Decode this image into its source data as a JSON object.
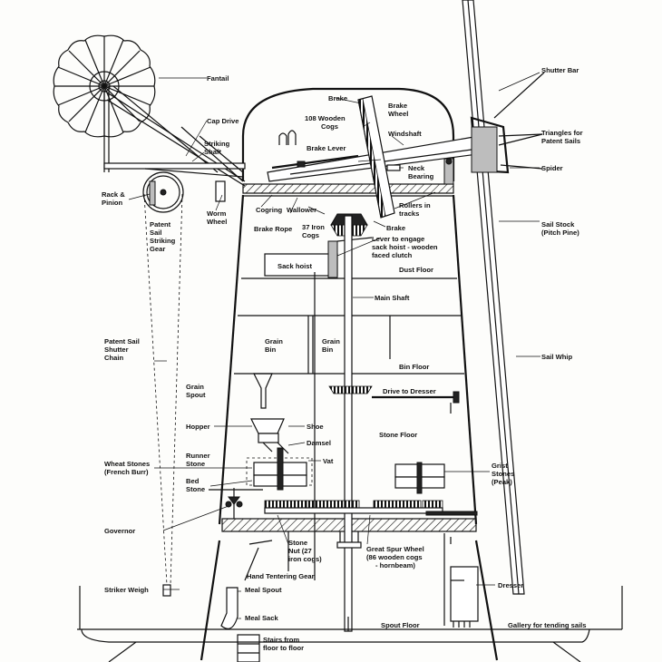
{
  "labels": {
    "fantail": "Fantail",
    "cap_drive": "Cap Drive",
    "striking_shaft": [
      "Striking",
      "Shaft"
    ],
    "rack_pinion": [
      "Rack &",
      "Pinion"
    ],
    "patent_sail_striking_gear": [
      "Patent",
      "Sail",
      "Striking",
      "Gear"
    ],
    "worm_wheel": [
      "Worm",
      "Wheel"
    ],
    "brake": "Brake",
    "wooden_cogs_108": [
      "108 Wooden",
      "Cogs"
    ],
    "brake_wheel": [
      "Brake",
      "Wheel"
    ],
    "windshaft": "Windshaft",
    "brake_lever": "Brake Lever",
    "neck_bearing": [
      "Neck",
      "Bearing"
    ],
    "shutter_bar": "Shutter Bar",
    "triangles_patent_sails": [
      "Triangles for",
      "Patent Sails"
    ],
    "spider": "Spider",
    "cogring": "Cogring",
    "wallower": "Wallower",
    "rollers_in_tracks": [
      "Rollers in",
      "tracks"
    ],
    "brake_rope": "Brake Rope",
    "iron_cogs_37": [
      "37 Iron",
      "Cogs"
    ],
    "brake_lower": "Brake",
    "sail_stock": [
      "Sail Stock",
      "(Pitch Pine)"
    ],
    "lever_sack_hoist": [
      "Lever to engage",
      "sack hoist - wooden",
      "faced clutch"
    ],
    "sack_hoist": "Sack hoist",
    "dust_floor": "Dust Floor",
    "main_shaft": "Main Shaft",
    "patent_sail_shutter_chain": [
      "Patent Sail",
      "Shutter",
      "Chain"
    ],
    "grain_bin_left": [
      "Grain",
      "Bin"
    ],
    "grain_bin_right": [
      "Grain",
      "Bin"
    ],
    "bin_floor": "Bin Floor",
    "sail_whip": "Sail Whip",
    "grain_spout": [
      "Grain",
      "Spout"
    ],
    "drive_to_dresser": "Drive to Dresser",
    "hopper": "Hopper",
    "shoe": "Shoe",
    "stone_floor": "Stone Floor",
    "damsel": "Damsel",
    "wheat_stones": [
      "Wheat Stones",
      "(French Burr)"
    ],
    "runner_stone": [
      "Runner",
      "Stone"
    ],
    "vat": "Vat",
    "grist_stones": [
      "Grist",
      "Stones",
      "(Peak)"
    ],
    "bed_stone": [
      "Bed",
      "Stone"
    ],
    "governor": "Governor",
    "stone_nut": [
      "Stone",
      "Nut (27",
      "iron cogs)"
    ],
    "great_spur_wheel": [
      "Great Spur Wheel",
      "(86 wooden cogs",
      "- hornbeam)"
    ],
    "hand_tentering_gear": "Hand Tentering Gear",
    "striker_weigh": "Striker Weigh",
    "meal_spout": "Meal Spout",
    "dresser": "Dresser",
    "meal_sack": "Meal Sack",
    "spout_floor": "Spout Floor",
    "gallery": "Gallery for tending sails",
    "stairs": [
      "Stairs from",
      "floor to floor"
    ]
  }
}
